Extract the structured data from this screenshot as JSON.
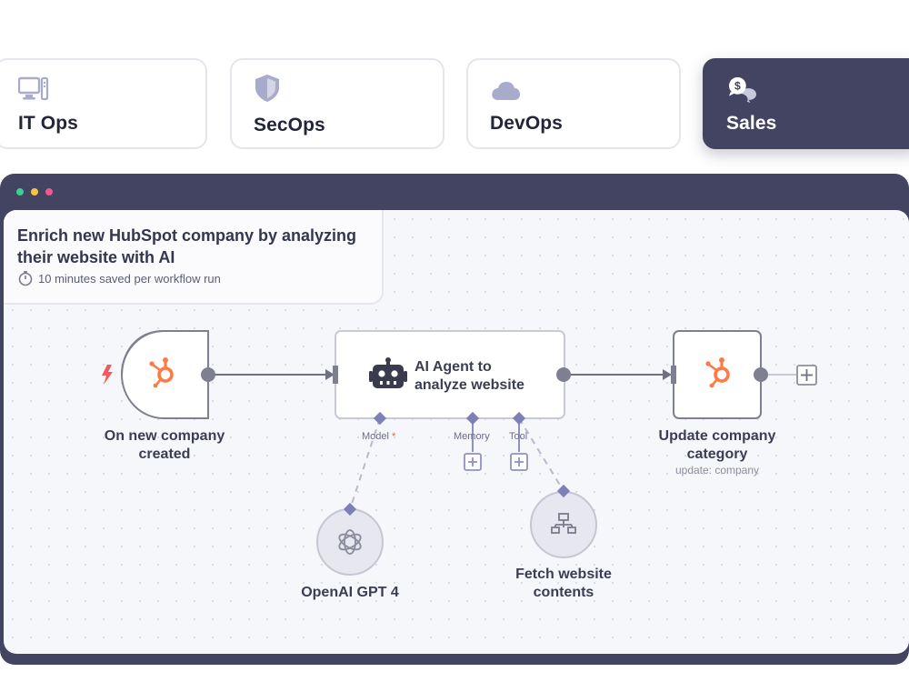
{
  "tabs": [
    {
      "label": "IT Ops",
      "icon": "monitor-icon"
    },
    {
      "label": "SecOps",
      "icon": "shield-icon"
    },
    {
      "label": "DevOps",
      "icon": "cloud-icon"
    },
    {
      "label": "Sales",
      "icon": "chat-dollar-icon",
      "active": true
    }
  ],
  "workflow": {
    "title": "Enrich new HubSpot company by analyzing their website with AI",
    "time_saved": "10 minutes saved per workflow run"
  },
  "nodes": {
    "trigger": {
      "label": "On new company created",
      "icon": "hubspot-icon"
    },
    "agent": {
      "line1": "AI Agent to",
      "line2": "analyze website",
      "icon": "robot-icon"
    },
    "update": {
      "label": "Update company category",
      "sub": "update: company",
      "icon": "hubspot-icon"
    },
    "model": {
      "label": "OpenAI GPT 4",
      "icon": "openai-icon"
    },
    "tool": {
      "label": "Fetch website contents",
      "icon": "network-icon"
    }
  },
  "ports": {
    "model": "Model",
    "model_required": "*",
    "memory": "Memory",
    "tool": "Tool"
  },
  "colors": {
    "dark": "#424461",
    "hubspot": "#ff7a45",
    "trigger_bolt": "#f05a5a",
    "port": "#7c7fb8"
  }
}
